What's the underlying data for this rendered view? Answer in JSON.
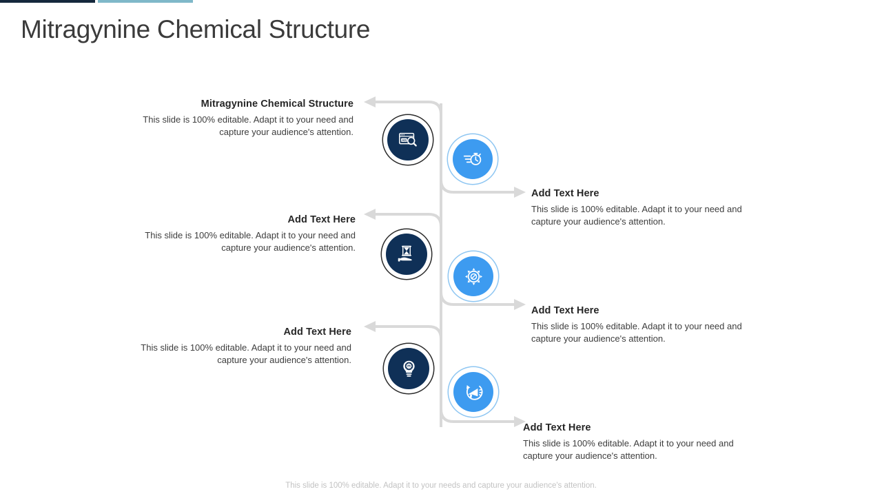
{
  "slide": {
    "title": "Mitragynine Chemical Structure",
    "footer": "This slide is 100% editable. Adapt it to your needs and capture your audience's attention."
  },
  "theme": {
    "accent_dark": "#15283c",
    "accent_light": "#7fb8c9",
    "node_dark": "#0f3057",
    "node_blue": "#3d9bf0",
    "connector": "#d8d8d8",
    "title_color": "#3b3b3b",
    "footer_color": "#c2c2c2"
  },
  "left_items": [
    {
      "heading": "Mitragynine Chemical Structure",
      "body_line1": "This slide is 100% editable. Adapt it to your need and",
      "body_line2": "capture your audience's attention.",
      "icon": "ad-search-icon"
    },
    {
      "heading": "Add Text Here",
      "body_line1": "This slide is 100% editable. Adapt it to your need and",
      "body_line2": "capture your audience's attention.",
      "icon": "hand-hourglass-icon"
    },
    {
      "heading": "Add Text Here",
      "body_line1": "This slide is 100% editable. Adapt it to your need and",
      "body_line2": "capture your audience's attention.",
      "icon": "lightbulb-gear-icon"
    }
  ],
  "right_items": [
    {
      "heading": "Add Text Here",
      "body_line1": "This slide is 100% editable. Adapt it to your need and",
      "body_line2": "capture your audience's attention.",
      "icon": "stopwatch-speed-icon"
    },
    {
      "heading": "Add Text Here",
      "body_line1": "This slide is 100% editable. Adapt it to your need and",
      "body_line2": "capture your audience's attention.",
      "icon": "gear-settings-icon"
    },
    {
      "heading": "Add Text Here",
      "body_line1": "This slide is 100% editable. Adapt it to your need and",
      "body_line2": "capture your audience's attention.",
      "icon": "megaphone-refresh-icon"
    }
  ]
}
